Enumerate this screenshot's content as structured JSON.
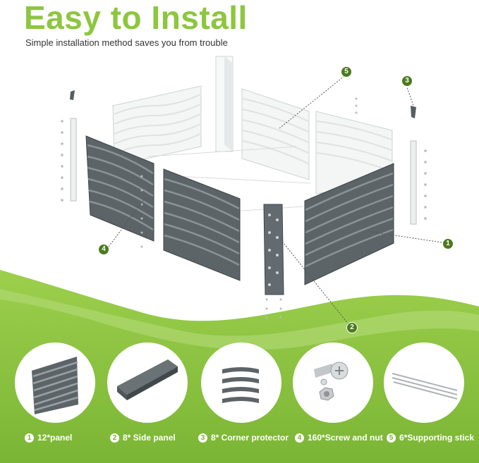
{
  "header": {
    "title": "Easy to Install",
    "subtitle": "Simple installation method saves you from trouble"
  },
  "callouts": [
    "5",
    "3",
    "4",
    "1",
    "2"
  ],
  "parts": [
    {
      "num": "1",
      "label": "12*panel"
    },
    {
      "num": "2",
      "label": "8* Side panel"
    },
    {
      "num": "3",
      "label": "8* Corner protector"
    },
    {
      "num": "4",
      "label": "160*Screw and nut"
    },
    {
      "num": "5",
      "label": "6*Supporting stick"
    }
  ],
  "colors": {
    "title": "#8dc63f",
    "band": "#8dc63f",
    "band_dark": "#6fa82a",
    "panel": "#5c6468",
    "panel_light": "#eef0f0",
    "callout": "#4b7a1e"
  }
}
